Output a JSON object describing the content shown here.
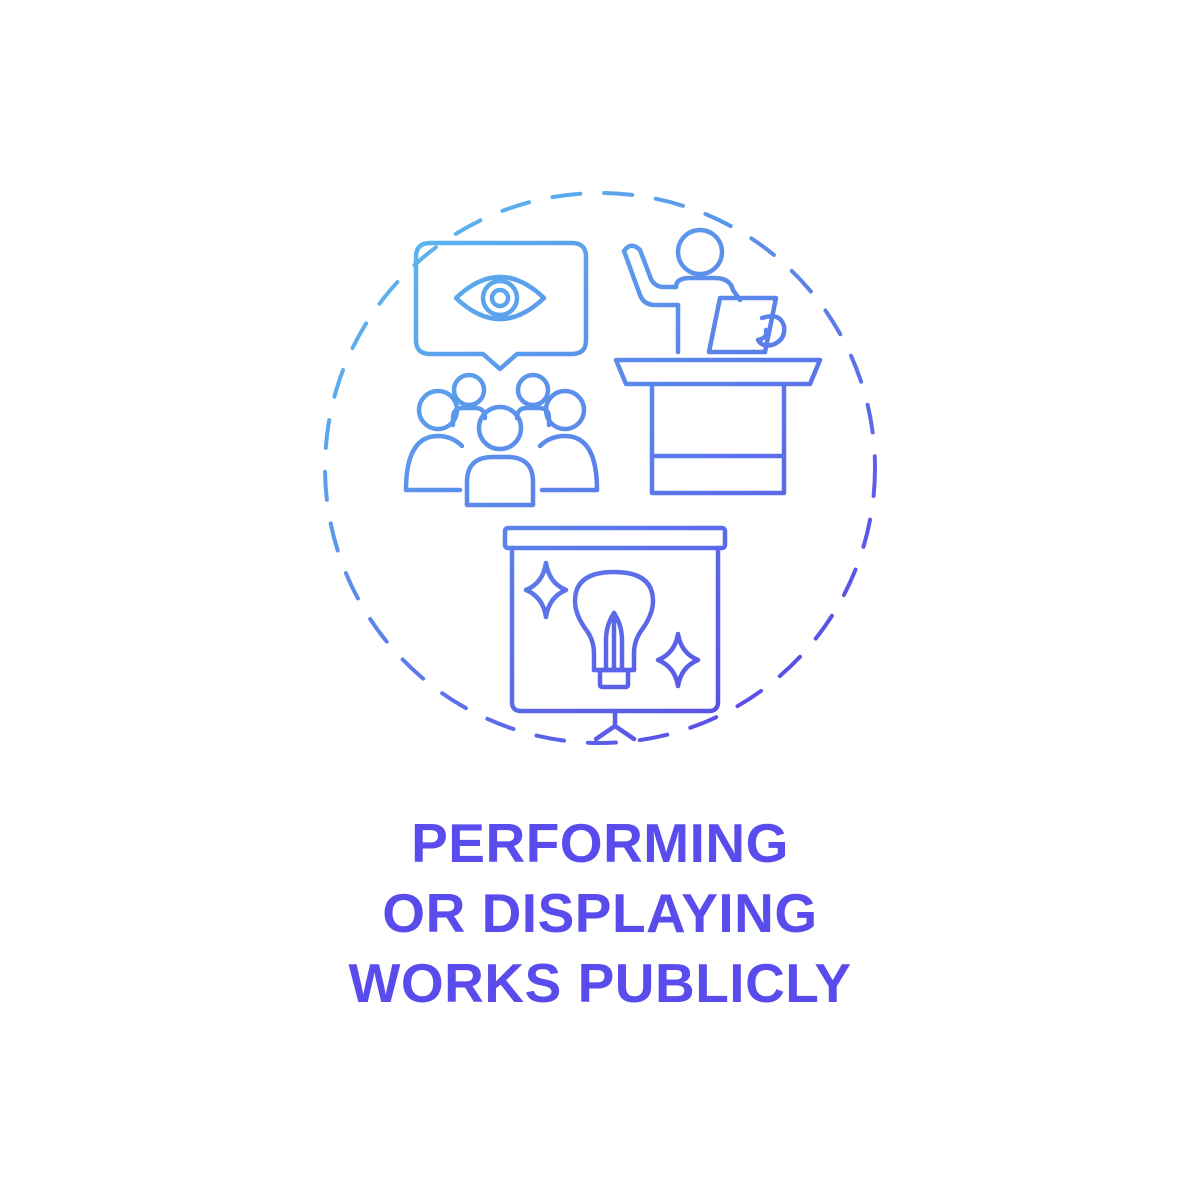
{
  "caption": {
    "lines": [
      "PERFORMING",
      "OR DISPLAYING",
      "WORKS PUBLICLY"
    ]
  },
  "colors": {
    "background": "#ffffff",
    "gradient_start": "#5bc1ee",
    "gradient_end": "#5b3fe6",
    "text": "#5a4cec"
  },
  "icons": {
    "ring": "dashed-circle-ring",
    "audience": "audience-watching-icon",
    "speaker": "speaker-at-podium-icon",
    "board": "presentation-board-lightbulb-icon"
  }
}
